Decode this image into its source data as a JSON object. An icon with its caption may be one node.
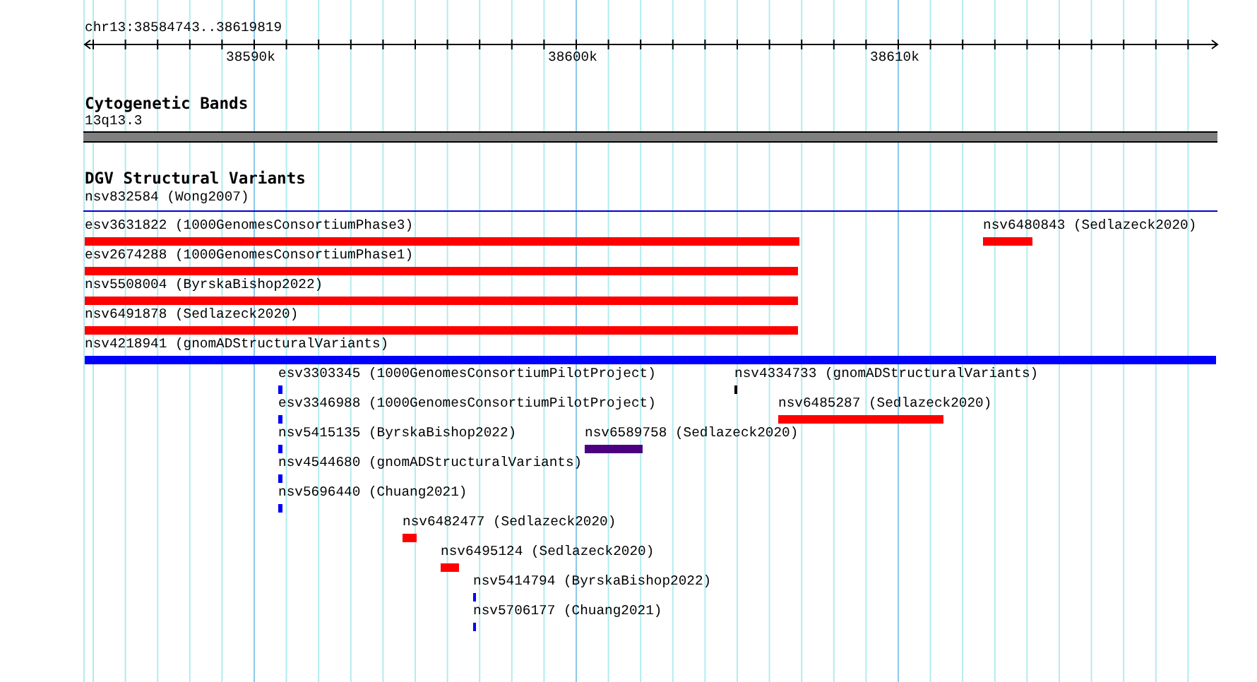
{
  "diagram": {
    "nodes": [
      {
        "text": [],
        "shape": "bar",
        "beside": [
          "13q13.3"
        ]
      },
      {
        "text": [],
        "shape": "bar",
        "beside": [
          "nsv832584 (Wong2007)"
        ]
      },
      {
        "text": [],
        "shape": "bar",
        "beside": [
          "esv3631822 (1000GenomesConsortiumPhase3)"
        ]
      },
      {
        "text": [],
        "shape": "bar",
        "beside": [
          "nsv6480843 (Sedlazeck2020)"
        ]
      },
      {
        "text": [],
        "shape": "bar",
        "beside": [
          "esv2674288 (1000GenomesConsortiumPhase1)"
        ]
      },
      {
        "text": [],
        "shape": "bar",
        "beside": [
          "nsv5508004 (ByrskaBishop2022)"
        ]
      },
      {
        "text": [],
        "shape": "bar",
        "beside": [
          "nsv6491878 (Sedlazeck2020)"
        ]
      },
      {
        "text": [],
        "shape": "bar",
        "beside": [
          "nsv4218941 (gnomADStructuralVariants)"
        ]
      },
      {
        "text": [],
        "shape": "bar",
        "beside": [
          "esv3303345 (1000GenomesConsortiumPilotProject)"
        ]
      },
      {
        "text": [],
        "shape": "bar",
        "beside": [
          "nsv4334733 (gnomADStructuralVariants)"
        ]
      },
      {
        "text": [],
        "shape": "bar",
        "beside": [
          "esv3346988 (1000GenomesConsortiumPilotProject)"
        ]
      },
      {
        "text": [],
        "shape": "bar",
        "beside": [
          "nsv6485287 (Sedlazeck2020)"
        ]
      },
      {
        "text": [],
        "shape": "bar",
        "beside": [
          "nsv5415135 (ByrskaBishop2022)"
        ]
      },
      {
        "text": [],
        "shape": "bar",
        "beside": [
          "nsv6589758 (Sedlazeck2020)"
        ]
      },
      {
        "text": [],
        "shape": "bar",
        "beside": [
          "nsv4544680 (gnomADStructuralVariants)"
        ]
      },
      {
        "text": [],
        "shape": "bar",
        "beside": [
          "nsv5696440 (Chuang2021)"
        ]
      },
      {
        "text": [],
        "shape": "bar",
        "beside": [
          "nsv6482477 (Sedlazeck2020)"
        ]
      },
      {
        "text": [],
        "shape": "bar",
        "beside": [
          "nsv6495124 (Sedlazeck2020)"
        ]
      },
      {
        "text": [],
        "shape": "bar",
        "beside": [
          "nsv5414794 (ByrskaBishop2022)"
        ]
      },
      {
        "text": [],
        "shape": "bar",
        "beside": [
          "nsv5706177 (Chuang2021)"
        ]
      }
    ],
    "labels": [
      "chr13:38584743..38619819",
      "38590k",
      "38600k",
      "38610k",
      "Cytogenetic Bands",
      "DGV Structural Variants"
    ]
  }
}
